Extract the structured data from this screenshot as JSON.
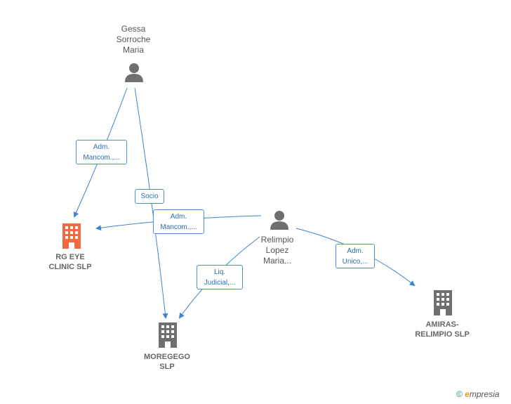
{
  "people": [
    {
      "id": "gessa",
      "lines": [
        "Gessa",
        "Sorroche",
        "Maria"
      ]
    },
    {
      "id": "relimpio",
      "lines": [
        "Relimpio",
        "Lopez",
        "Maria..."
      ]
    }
  ],
  "companies": [
    {
      "id": "rg",
      "lines": [
        "RG EYE",
        "CLINIC  SLP"
      ],
      "color": "#f26a3b"
    },
    {
      "id": "moregego",
      "lines": [
        "MOREGEGO",
        "SLP"
      ],
      "color": "#6f6f6f"
    },
    {
      "id": "amiras",
      "lines": [
        "AMIRAS-",
        "RELIMPIO  SLP"
      ],
      "color": "#6f6f6f"
    }
  ],
  "edge_labels": [
    {
      "id": "gessa-rg",
      "lines": [
        "Adm.",
        "Mancom.,..."
      ]
    },
    {
      "id": "gessa-moregego",
      "lines": [
        "Socio"
      ]
    },
    {
      "id": "relimpio-rg",
      "lines": [
        "Adm.",
        "Mancom.,..."
      ]
    },
    {
      "id": "relimpio-moregego",
      "lines": [
        "Liq.",
        "Judicial,..."
      ]
    },
    {
      "id": "relimpio-amiras",
      "lines": [
        "Adm.",
        "Unico,..."
      ]
    }
  ],
  "colors": {
    "edge": "#3d85d0",
    "person": "#6f6f6f"
  },
  "footer": {
    "copyright": "©",
    "brand_e": "e",
    "brand_rest": "mpresia"
  }
}
